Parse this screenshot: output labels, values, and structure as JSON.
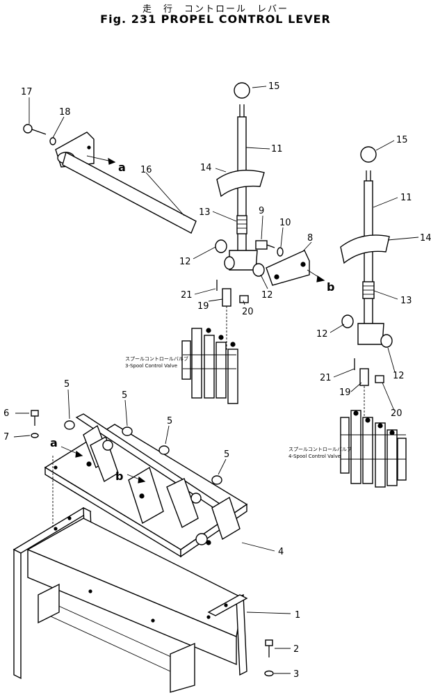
{
  "title": {
    "japanese": "走　行　コントロール　レバー",
    "english": "Fig. 231 PROPEL CONTROL LEVER"
  },
  "callouts": [
    "1",
    "2",
    "3",
    "4",
    "5",
    "5",
    "5",
    "5",
    "6",
    "7",
    "8",
    "9",
    "10",
    "11",
    "11",
    "12",
    "12",
    "12",
    "12",
    "13",
    "13",
    "14",
    "14",
    "15",
    "15",
    "16",
    "17",
    "18",
    "19",
    "19",
    "20",
    "20",
    "21",
    "21"
  ],
  "view_letters": [
    "a",
    "a",
    "b",
    "b"
  ],
  "valve_notes": {
    "three_spool_jp": "スプールコントロールバルブ",
    "three_spool_en": "3-Spool Control Valve",
    "four_spool_jp": "スプールコントロールバルブ",
    "four_spool_en": "4-Spool Control Valve"
  }
}
